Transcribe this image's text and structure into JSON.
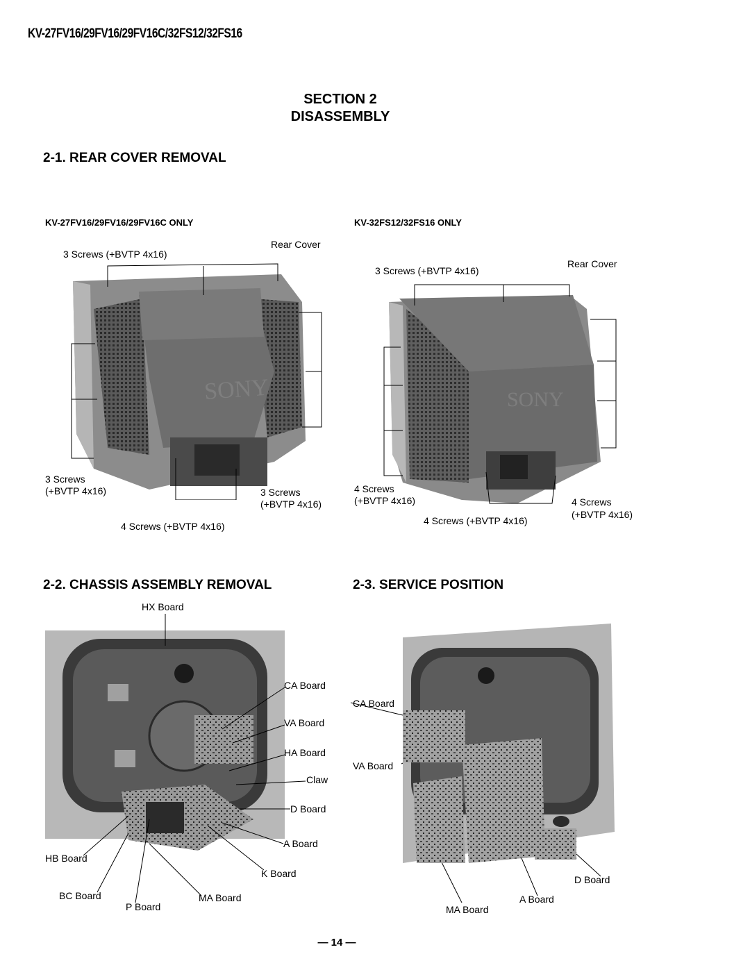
{
  "header": {
    "model_line": "KV-27FV16/29FV16/29FV16C/32FS12/32FS16"
  },
  "section": {
    "number_line": "SECTION 2",
    "name": "DISASSEMBLY"
  },
  "rear_cover": {
    "heading": "2-1.  REAR COVER REMOVAL",
    "left_subheading": "KV-27FV16/29FV16/29FV16C ONLY",
    "right_subheading": "KV-32FS12/32FS16 ONLY",
    "left_labels": {
      "top_screws": "3 Screws (+BVTP 4x16)",
      "rear_cover": "Rear Cover",
      "left_screws_1": "3 Screws",
      "left_screws_2": "(+BVTP 4x16)",
      "right_screws_1": "3 Screws",
      "right_screws_2": "(+BVTP 4x16)",
      "bottom_screws": "4 Screws (+BVTP 4x16)"
    },
    "right_labels": {
      "top_screws": "3 Screws (+BVTP 4x16)",
      "rear_cover": "Rear Cover",
      "left_screws_1": "4 Screws",
      "left_screws_2": "(+BVTP 4x16)",
      "bottom_screws": "4 Screws (+BVTP 4x16)",
      "right_screws_1": "4 Screws",
      "right_screws_2": "(+BVTP 4x16)"
    }
  },
  "chassis": {
    "heading": "2-2.  CHASSIS ASSEMBLY REMOVAL",
    "labels": {
      "hx": "HX Board",
      "ca": "CA Board",
      "va": "VA Board",
      "ha": "HA Board",
      "claw": "Claw",
      "d": "D Board",
      "a": "A Board",
      "hb": "HB Board",
      "k": "K Board",
      "bc": "BC Board",
      "ma": "MA Board",
      "p": "P Board"
    }
  },
  "service": {
    "heading": "2-3.  SERVICE POSITION",
    "labels": {
      "ca": "CA Board",
      "va": "VA Board",
      "d": "D Board",
      "a": "A Board",
      "ma": "MA Board"
    }
  },
  "page_number": "— 14 —"
}
